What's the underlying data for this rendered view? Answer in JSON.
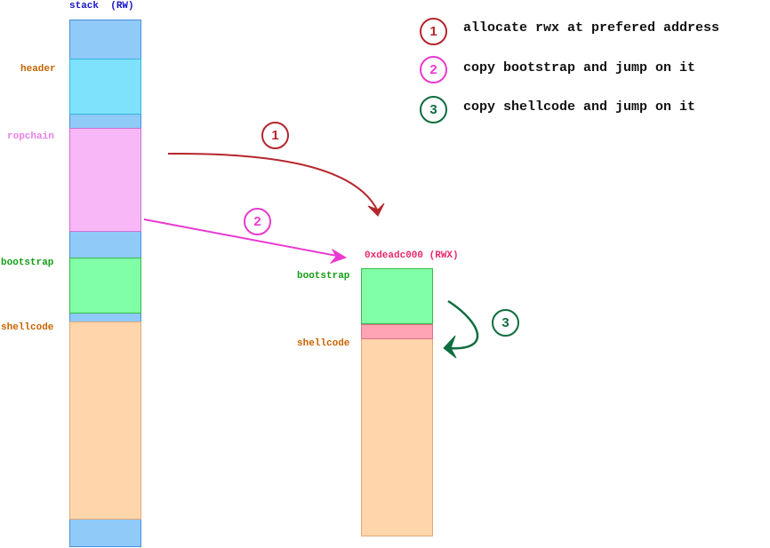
{
  "stack": {
    "title": "stack",
    "perm": "(RW)",
    "labels": {
      "header": "header",
      "ropchain": "ropchain",
      "bootstrap": "bootstrap",
      "shellcode": "shellcode"
    }
  },
  "rwx": {
    "address": "0xdeadc000",
    "perm": "(RWX)",
    "labels": {
      "bootstrap": "bootstrap",
      "shellcode": "shellcode"
    }
  },
  "steps": [
    {
      "num": "1",
      "text": "allocate rwx at prefered address"
    },
    {
      "num": "2",
      "text": "copy bootstrap and jump on it"
    },
    {
      "num": "3",
      "text": "copy shellcode and jump on it"
    }
  ],
  "colors": {
    "stack_bg": "#90caf9",
    "stack_border": "#4a90d9",
    "header": "#7ee2fc",
    "ropchain": "#f8b8f8",
    "bootstrap": "#80ffa6",
    "shellcode": "#ffd6ab",
    "gap_red": "#ffa4b4",
    "step1": "#b5262d",
    "step2": "#e93ad0",
    "step3": "#0f6d3f",
    "title_blue": "#1515c8",
    "label_header": "#c86400",
    "label_ropchain": "#e87fe8",
    "label_bootstrap": "#139e15",
    "label_shellcode": "#c86400",
    "address": "#e8296a"
  }
}
